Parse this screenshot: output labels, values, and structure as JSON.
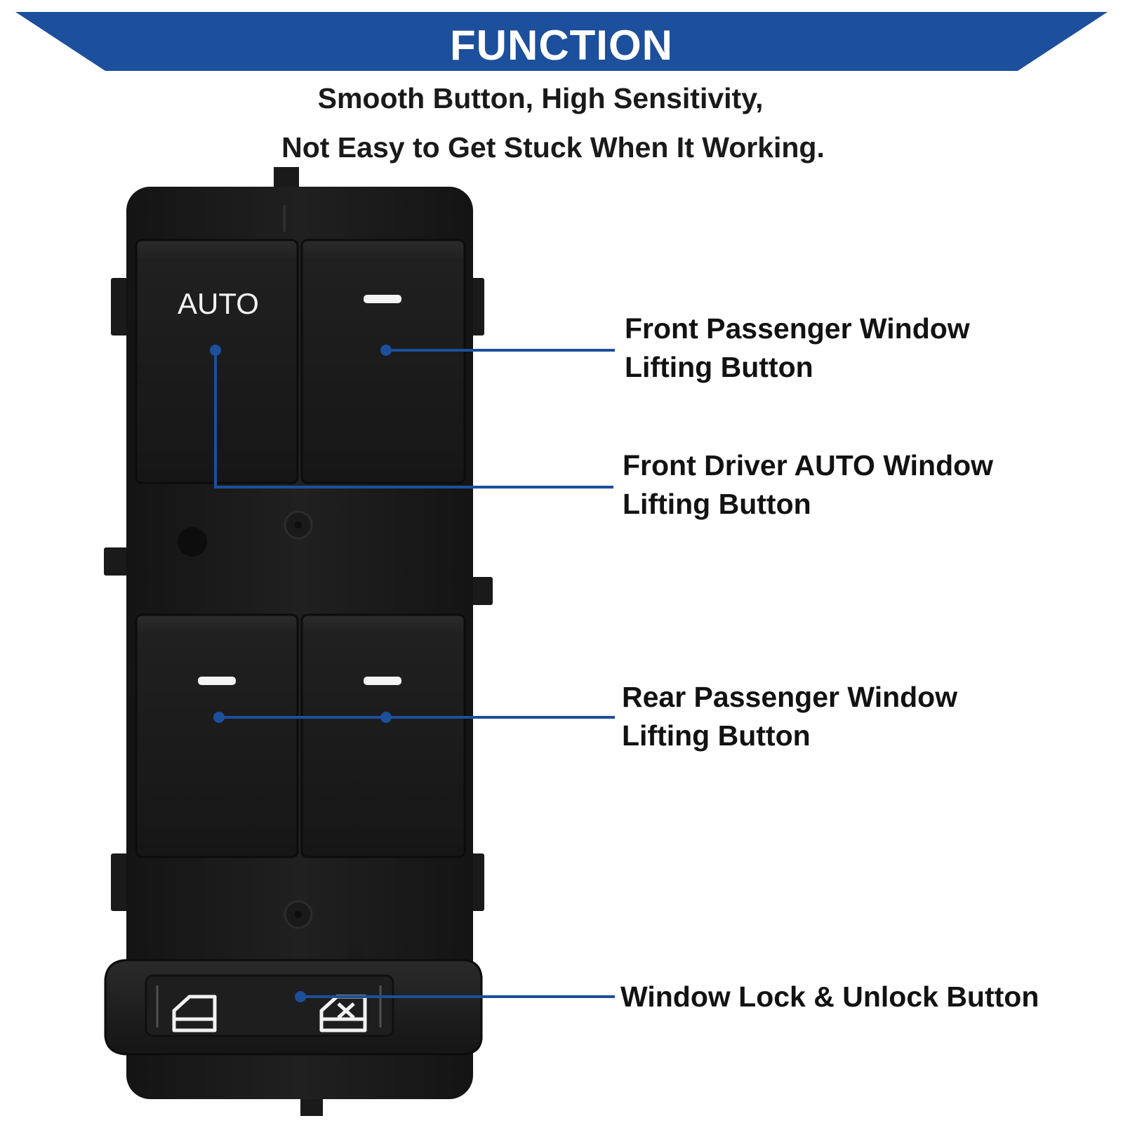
{
  "banner": {
    "title": "FUNCTION",
    "color": "#1c4f9c"
  },
  "subtitle": {
    "line1": "Smooth Button, High Sensitivity,",
    "line2": "Not Easy to Get Stuck When It Working."
  },
  "switch_panel": {
    "auto_label": "AUTO",
    "body_color": "#1c1c1c"
  },
  "callouts": {
    "front_passenger": {
      "line1": "Front Passenger Window",
      "line2": "Lifting Button"
    },
    "front_driver": {
      "line1": "Front Driver AUTO Window",
      "line2": "Lifting Button"
    },
    "rear_passenger": {
      "line1": "Rear Passenger Window",
      "line2": "Lifting Button"
    },
    "lock": {
      "label": "Window Lock & Unlock Button"
    },
    "line_color": "#1c4f9c"
  }
}
